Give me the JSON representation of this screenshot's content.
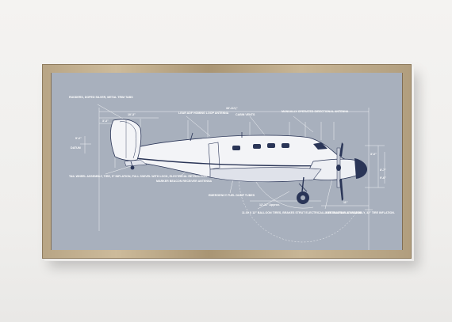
{
  "artwork": {
    "callouts": {
      "rudders": "RUDDERS, DOPED SILVER, METAL TRIM TABS",
      "loop_antenna": "LEAR ADF HOMING LOOP ANTENNA",
      "cabin_vents": "CABIN VENTS",
      "directional_antenna": "MANUALLY OPERATED DIRECTIONAL ANTENNA",
      "tail_wheel": "TAIL WHEEL ASSEMBLY, TIRE, 5\" INFLATION, FULL SWIVEL WITH LOCK, ELECTRICAL RETRACTION.",
      "marker_antenna": "MARKER BEACON RECEIVER ANTENNA",
      "fuel_dump": "EMERGENCY FUEL DUMP TUBES",
      "main_gear": "11.00 X 12\" BALLOON TIRES, BRAKES STRUT ELECTRICALLY RETRACTABLE ASSEMBLY, 32\" TIRE INFLATION.",
      "anti_glare": "ANTI-GLARE FLAT BLACK",
      "datum": "DATUM"
    },
    "dimensions": {
      "overall_length": "33'-11⅝\"",
      "tail_width": "10'-3\"",
      "tail_rear": "3'-3\"",
      "height_left": "9'-2\"",
      "nose_height": "3'-0\"",
      "nose_right_1": "8'-7\"",
      "nose_right_2": "9'-6\"",
      "gear_span": "12'-11\" Approx.",
      "gear_width": "11\""
    },
    "colors": {
      "paper": "#a8b0bd",
      "ink": "#ffffff",
      "accent_stripe": "#2a3557",
      "frame_wood": "#b8a585"
    }
  }
}
